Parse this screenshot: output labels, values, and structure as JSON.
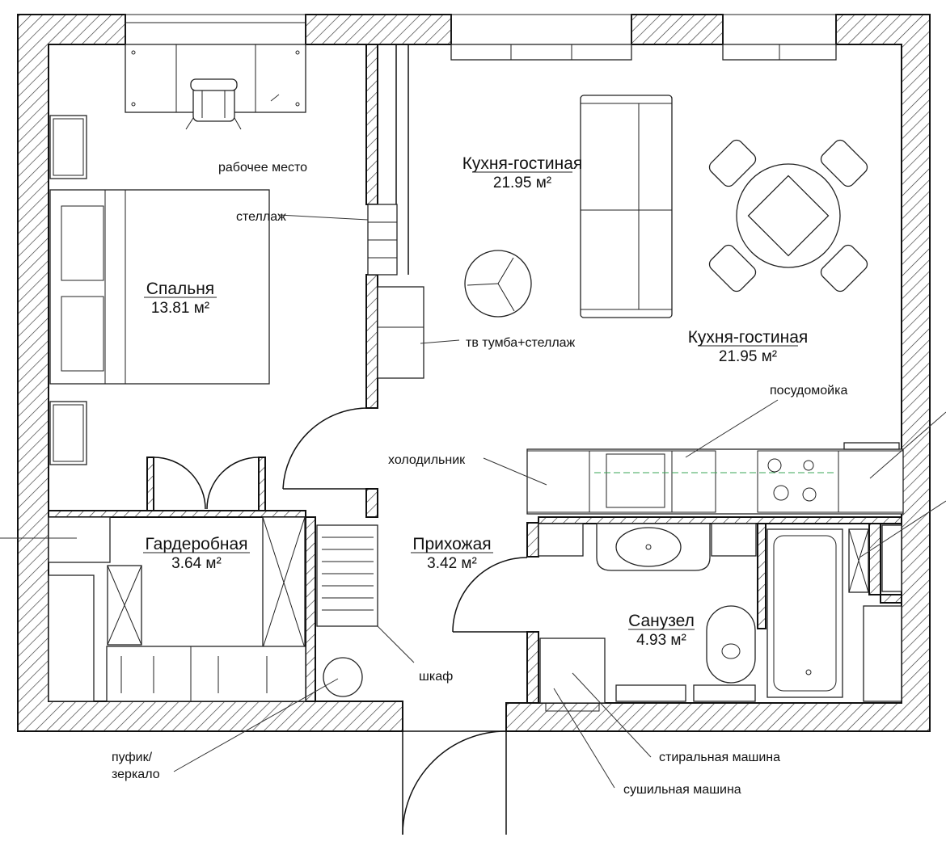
{
  "rooms": {
    "kitchen_top": {
      "name": "Кухня-гостиная",
      "area": "21.95 м²"
    },
    "kitchen_bottom": {
      "name": "Кухня-гостиная",
      "area": "21.95 м²"
    },
    "bedroom": {
      "name": "Спальня",
      "area": "13.81 м²"
    },
    "wardrobe": {
      "name": "Гардеробная",
      "area": "3.64 м²"
    },
    "hallway": {
      "name": "Прихожая",
      "area": "3.42 м²"
    },
    "bathroom": {
      "name": "Санузел",
      "area": "4.93 м²"
    }
  },
  "notes": {
    "workplace": "рабочее место",
    "shelf": "стеллаж",
    "tv_stand": "тв тумба+стеллаж",
    "dishwasher": "посудомойка",
    "fridge": "холодильник",
    "closet": "шкаф",
    "pouf_line1": "пуфик/",
    "pouf_line2": "зеркало",
    "washer": "стиральная машина",
    "dryer": "сушильная машина"
  },
  "colors": {
    "line": "#111111",
    "background": "#ffffff",
    "countertop_accent": "#3aa655"
  }
}
